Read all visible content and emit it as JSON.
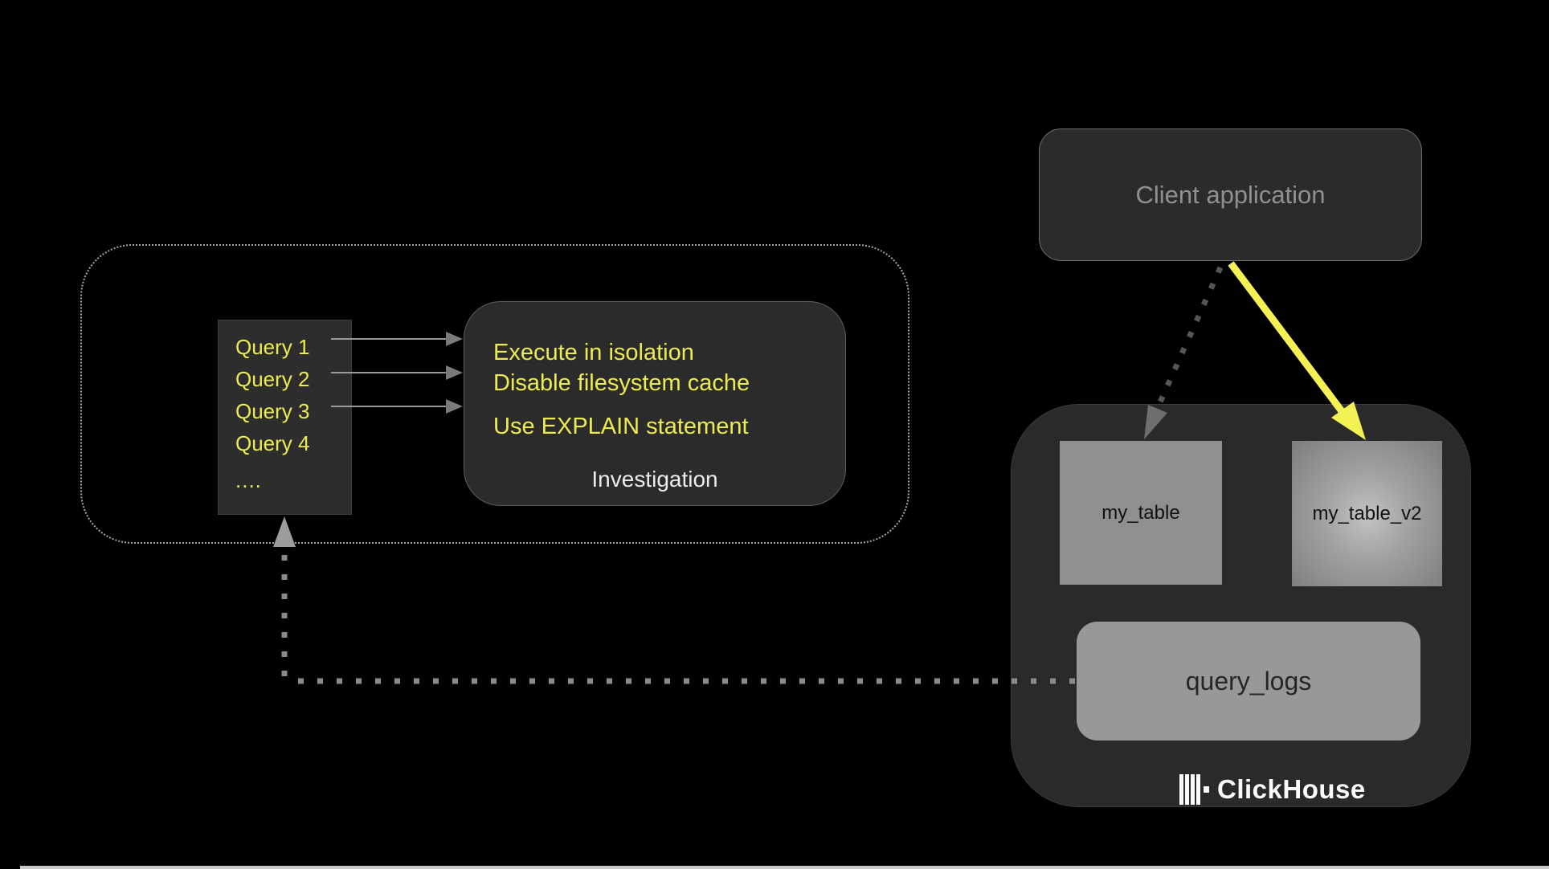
{
  "colors": {
    "background": "#000000",
    "panel_dark": "#2b2b2b",
    "accent_yellow": "#edeb55",
    "arrow_yellow": "#f4f155",
    "gray_fill": "#8f8f8f",
    "text_gray": "#909090",
    "text_light": "#ececec",
    "connector_dot_gray": "#8a8a8a",
    "client_connector_dot_gray": "#555555"
  },
  "client_application": {
    "label": "Client application"
  },
  "investigation_group": {
    "queries": [
      "Query 1",
      "Query 2",
      "Query 3",
      "Query 4",
      "...."
    ],
    "notes": [
      "Execute in isolation",
      "Disable filesystem cache",
      "Use EXPLAIN statement"
    ],
    "label": "Investigation"
  },
  "clickhouse": {
    "tables": [
      {
        "name": "my_table"
      },
      {
        "name": "my_table_v2"
      }
    ],
    "query_logs": "query_logs",
    "brand": "ClickHouse"
  }
}
